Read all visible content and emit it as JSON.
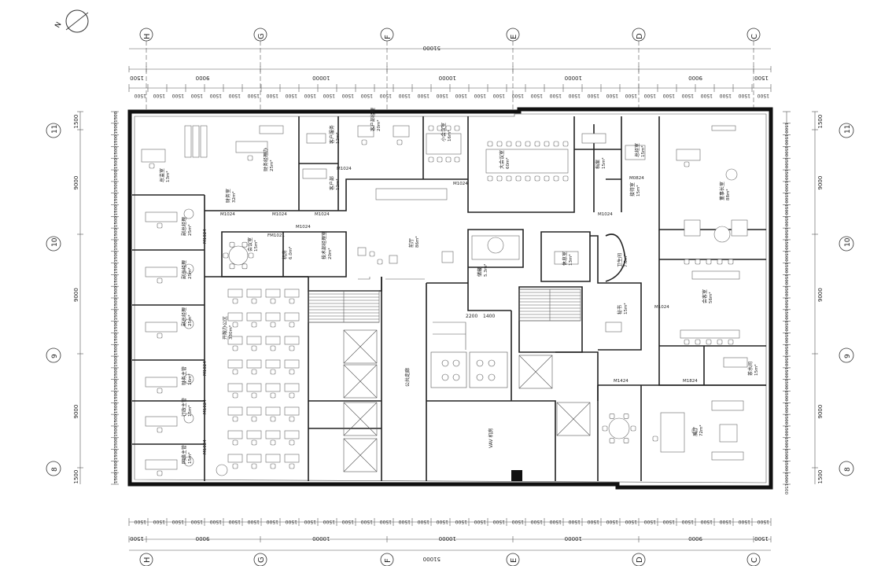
{
  "drawing": {
    "total_dimension": "51000",
    "span_dims": [
      "1500",
      "9000",
      "10000",
      "10000",
      "10000",
      "9000",
      "1500"
    ],
    "module_dim": "1500",
    "col_axes": [
      "H",
      "G",
      "F",
      "E",
      "D",
      "C"
    ],
    "row_axes": [
      "11",
      "10",
      "9",
      "8"
    ],
    "side_dims": [
      "1500",
      "9000",
      "9000",
      "9000",
      "1500"
    ],
    "compass_letter": "N"
  },
  "rooms": [
    {
      "id": "r1",
      "lines": [
        "总监室",
        "13m²"
      ]
    },
    {
      "id": "r2",
      "lines": [
        "财务室",
        "32m²"
      ]
    },
    {
      "id": "r3",
      "lines": [
        "财务经理办",
        "25m²"
      ]
    },
    {
      "id": "r4",
      "lines": [
        "客户服务",
        "12m²"
      ]
    },
    {
      "id": "r5",
      "lines": [
        "客户部",
        "12m²"
      ]
    },
    {
      "id": "r6",
      "lines": [
        "客户部经理",
        "20m²"
      ]
    },
    {
      "id": "r7",
      "lines": [
        "小会议室",
        "16m²"
      ]
    },
    {
      "id": "r8",
      "lines": [
        "大会议室",
        "60m²"
      ]
    },
    {
      "id": "r9",
      "lines": [
        "档案",
        "15m²"
      ]
    },
    {
      "id": "r10",
      "lines": [
        "总经室",
        "15m²"
      ]
    },
    {
      "id": "r11",
      "lines": [
        "接待室",
        "15m²"
      ]
    },
    {
      "id": "r12",
      "lines": [
        "董事长室",
        "88m²"
      ]
    },
    {
      "id": "r13",
      "lines": [
        "副总经理",
        "25m²"
      ]
    },
    {
      "id": "r14",
      "lines": [
        "副总经理",
        "25m²"
      ]
    },
    {
      "id": "r15",
      "lines": [
        "副总经理",
        "25m²"
      ]
    },
    {
      "id": "r16",
      "lines": [
        "财务主管",
        "16m²"
      ]
    },
    {
      "id": "r17",
      "lines": [
        "行政主管",
        "15m²"
      ]
    },
    {
      "id": "r18",
      "lines": [
        "网络主管",
        "15m²"
      ]
    },
    {
      "id": "r19",
      "lines": [
        "会议室",
        "15m²"
      ]
    },
    {
      "id": "r20",
      "lines": [
        "机房",
        "6.0m²"
      ]
    },
    {
      "id": "r21",
      "lines": [
        "技术部经理室",
        "20m²"
      ]
    },
    {
      "id": "r22",
      "lines": [
        "开敞办公区",
        "330m²"
      ]
    },
    {
      "id": "r23",
      "lines": [
        "前厅",
        "86m²"
      ]
    },
    {
      "id": "r24",
      "lines": [
        "公共走廊",
        ""
      ]
    },
    {
      "id": "r25",
      "lines": [
        "VAV 机房",
        ""
      ]
    },
    {
      "id": "r26",
      "lines": [
        "储藏",
        "5.3m²"
      ]
    },
    {
      "id": "r27",
      "lines": [
        "休息室",
        "13m²"
      ]
    },
    {
      "id": "r28",
      "lines": [
        "卫生间",
        "7.6m²"
      ]
    },
    {
      "id": "r29",
      "lines": [
        "秘书",
        "15m²"
      ]
    },
    {
      "id": "r30",
      "lines": [
        "会客室",
        "56m²"
      ]
    },
    {
      "id": "r31",
      "lines": [
        "茶水间",
        "15m²"
      ]
    },
    {
      "id": "r32",
      "lines": [
        "展厅",
        "72m²"
      ]
    }
  ],
  "door_tags": [
    "M1024",
    "M1024",
    "M1024",
    "M1024",
    "M1024",
    "M1024",
    "FM1021",
    "M1024",
    "M1024",
    "M1024",
    "M1024",
    "M1024",
    "M1424",
    "M1824",
    "M1024",
    "M0824"
  ],
  "dims_inner": [
    "1400",
    "2200"
  ]
}
